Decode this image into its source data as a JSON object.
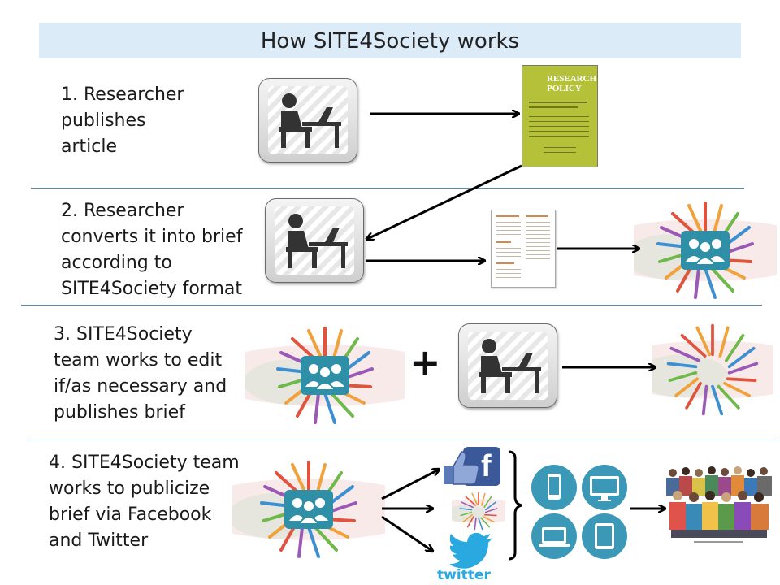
{
  "title": "How SITE4Society works",
  "steps": [
    {
      "text": "1. Researcher\npublishes\narticle"
    },
    {
      "text": "2. Researcher\nconverts it into brief\naccording to\nSITE4Society format"
    },
    {
      "text": "3. SITE4Society\nteam works to edit\nif/as necessary and\npublishes brief"
    },
    {
      "text": "4. SITE4Society team\nworks to publicize\nbrief via Facebook\nand Twitter"
    }
  ],
  "journal": {
    "name_line1": "RESEARCH",
    "name_line2": "POLICY"
  },
  "plus_sign": "+",
  "social": {
    "facebook_letter": "f",
    "twitter_label": "twitter"
  },
  "icons": {
    "researcher": "person-at-laptop-icon",
    "team": "team-group-icon",
    "facebook": "facebook-thumbs-up-icon",
    "twitter": "twitter-bird-icon",
    "devices": [
      "smartphone-icon",
      "desktop-monitor-icon",
      "laptop-icon",
      "tablet-icon"
    ],
    "audience": "crowd-photo"
  },
  "colors": {
    "title_bar": "#dcebf8",
    "divider": "#5b87b5",
    "team_icon": "#2f8fa6",
    "device_circles": "#3b98b7",
    "journal": "#b6c13a",
    "facebook": "#3b5998",
    "twitter": "#2aa9e0"
  }
}
